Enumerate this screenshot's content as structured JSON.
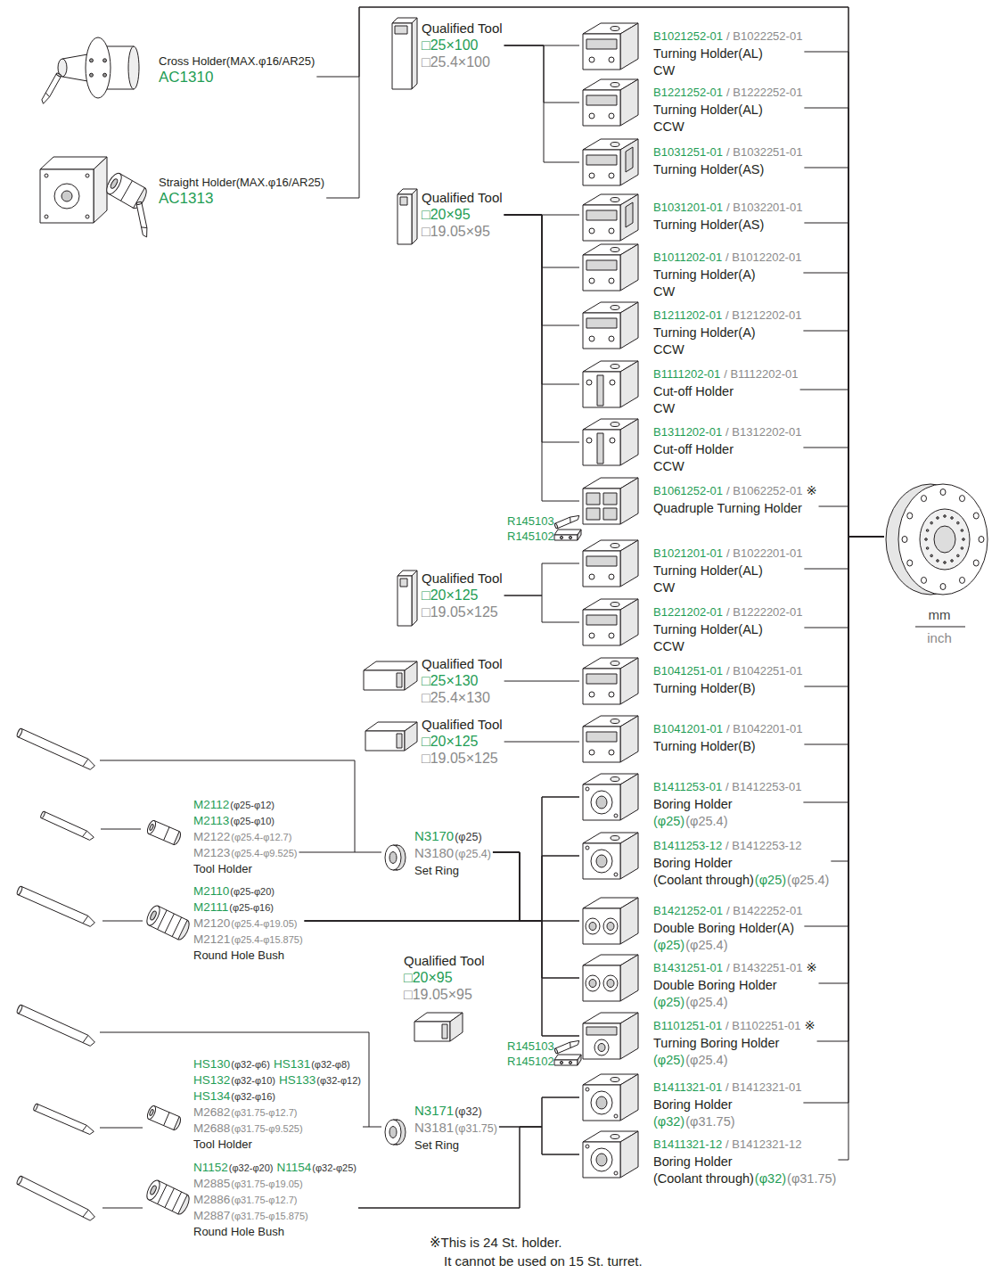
{
  "diagram": {
    "nodes": [
      {
        "text": [
          "Cross Holder(MAX.φ16/AR25)",
          "AC1310"
        ]
      },
      {
        "text": [
          "Straight Holder(MAX.φ16/AR25)",
          "AC1313"
        ]
      },
      {
        "text": [
          "Qualified Tool",
          "□25×100",
          "□25.4×100"
        ]
      },
      {
        "text": [
          "B1021252-01",
          "/ B1022252-01",
          "Turning Holder(AL)",
          "CW"
        ]
      },
      {
        "text": [
          "B1221252-01",
          "/ B1222252-01",
          "Turning Holder(AL)",
          "CCW"
        ]
      },
      {
        "text": [
          "B1031251-01",
          "/ B1032251-01",
          "Turning Holder(AS)"
        ]
      },
      {
        "text": [
          "Qualified Tool",
          "□20×95",
          "□19.05×95"
        ]
      },
      {
        "text": [
          "B1031201-01",
          "/ B1032201-01",
          "Turning Holder(AS)"
        ]
      },
      {
        "text": [
          "B1011202-01",
          "/ B1012202-01",
          "Turning Holder(A)",
          "CW"
        ]
      },
      {
        "text": [
          "B1211202-01",
          "/ B1212202-01",
          "Turning Holder(A)",
          "CCW"
        ]
      },
      {
        "text": [
          "B1111202-01",
          "/ B1112202-01",
          "Cut-off Holder",
          "CW"
        ]
      },
      {
        "text": [
          "B1311202-01",
          "/ B1312202-01",
          "Cut-off Holder",
          "CCW"
        ]
      },
      {
        "text": [
          "B1061252-01",
          "/ B1062252-01",
          "※",
          "Quadruple Turning Holder"
        ]
      },
      {
        "text": [
          "Qualified Tool",
          "□20×125",
          "□19.05×125"
        ]
      },
      {
        "text": [
          "B1021201-01",
          "/ B1022201-01",
          "Turning Holder(AL)",
          "CW"
        ]
      },
      {
        "text": [
          "B1221202-01",
          "/ B1222202-01",
          "Turning Holder(AL)",
          "CCW"
        ]
      },
      {
        "text": [
          "Qualified Tool",
          "□25×130",
          "□25.4×130"
        ]
      },
      {
        "text": [
          "B1041251-01",
          "/ B1042251-01",
          "Turning Holder(B)"
        ]
      },
      {
        "text": [
          "Qualified Tool",
          "□20×125",
          "□19.05×125"
        ]
      },
      {
        "text": [
          "B1041201-01",
          "/ B1042201-01",
          "Turning Holder(B)"
        ]
      },
      {
        "text": [
          "M2112",
          "(φ25-φ12)",
          "M2113",
          "(φ25-φ10)",
          "M2122",
          "(φ25.4-φ12.7)",
          "M2123",
          "(φ25.4-φ9.525)",
          "Tool Holder"
        ]
      },
      {
        "text": [
          "N3170",
          "(φ25)",
          "N3180",
          "(φ25.4)",
          "Set Ring"
        ]
      },
      {
        "text": [
          "M2110",
          "(φ25-φ20)",
          "M2111",
          "(φ25-φ16)",
          "M2120",
          "(φ25.4-φ19.05)",
          "M2121",
          "(φ25.4-φ15.875)",
          "Round Hole Bush"
        ]
      },
      {
        "text": [
          "B1411253-01",
          "/ B1412253-01",
          "Boring Holder",
          "(φ25)",
          "(φ25.4)"
        ]
      },
      {
        "text": [
          "B1411253-12",
          "/ B1412253-12",
          "Boring Holder",
          "(Coolant through)",
          "(φ25)",
          "(φ25.4)"
        ]
      },
      {
        "text": [
          "B1421252-01",
          "/ B1422252-01",
          "Double Boring Holder(A)",
          "(φ25)",
          "(φ25.4)"
        ]
      },
      {
        "text": [
          "B1431251-01",
          "/ B1432251-01",
          "※",
          "Double Boring Holder",
          "(φ25)",
          "(φ25.4)"
        ]
      },
      {
        "text": [
          "Qualified Tool",
          "□20×95",
          "□19.05×95"
        ]
      },
      {
        "text": [
          "B1101251-01",
          "/ B1102251-01",
          "※",
          "Turning Boring Holder",
          "(φ25)",
          "(φ25.4)"
        ]
      },
      {
        "text": [
          "HS130",
          "(φ32-φ6)",
          "HS131",
          "(φ32-φ8)",
          "HS132",
          "(φ32-φ10)",
          "HS133",
          "(φ32-φ12)",
          "HS134",
          "(φ32-φ16)",
          "M2682",
          "(φ31.75-φ12.7)",
          "M2688",
          "(φ31.75-φ9.525)",
          "Tool Holder"
        ]
      },
      {
        "text": [
          "N3171",
          "(φ32)",
          "N3181",
          "(φ31.75)",
          "Set Ring"
        ]
      },
      {
        "text": [
          "N1152",
          "(φ32-φ20)",
          "N1154",
          "(φ32-φ25)",
          "M2885",
          "(φ31.75-φ19.05)",
          "M2886",
          "(φ31.75-φ12.7)",
          "M2887",
          "(φ31.75-φ15.875)",
          "Round Hole Bush"
        ]
      },
      {
        "text": [
          "B1411321-01",
          "/ B1412321-01",
          "Boring Holder",
          "(φ32)",
          "(φ31.75)"
        ]
      },
      {
        "text": [
          "B1411321-12",
          "/ B1412321-12",
          "Boring Holder",
          "(Coolant through)",
          "(φ32)",
          "(φ31.75)"
        ]
      },
      {
        "text": [
          "mm",
          "inch"
        ]
      }
    ],
    "edges": [
      {
        "from": 0,
        "to": 34,
        "arrow": "none"
      },
      {
        "from": 1,
        "to": 34,
        "arrow": "none"
      },
      {
        "from": 2,
        "to": 3,
        "arrow": "none"
      },
      {
        "from": 2,
        "to": 4,
        "arrow": "none"
      },
      {
        "from": 2,
        "to": 5,
        "arrow": "none"
      },
      {
        "from": 6,
        "to": 7,
        "arrow": "none"
      },
      {
        "from": 6,
        "to": 8,
        "arrow": "none"
      },
      {
        "from": 6,
        "to": 9,
        "arrow": "none"
      },
      {
        "from": 6,
        "to": 10,
        "arrow": "none"
      },
      {
        "from": 6,
        "to": 11,
        "arrow": "none"
      },
      {
        "from": 6,
        "to": 12,
        "arrow": "none"
      },
      {
        "from": 13,
        "to": 14,
        "arrow": "none"
      },
      {
        "from": 13,
        "to": 15,
        "arrow": "none"
      },
      {
        "from": 16,
        "to": 17,
        "arrow": "none"
      },
      {
        "from": 18,
        "to": 19,
        "arrow": "none"
      },
      {
        "from": 20,
        "to": 21,
        "arrow": "none"
      },
      {
        "from": 21,
        "to": 23,
        "arrow": "none"
      },
      {
        "from": 21,
        "to": 24,
        "arrow": "none"
      },
      {
        "from": 21,
        "to": 25,
        "arrow": "none"
      },
      {
        "from": 21,
        "to": 26,
        "arrow": "none"
      },
      {
        "from": 21,
        "to": 28,
        "arrow": "none"
      },
      {
        "from": 22,
        "to": 23,
        "arrow": "none"
      },
      {
        "from": 22,
        "to": 24,
        "arrow": "none"
      },
      {
        "from": 22,
        "to": 25,
        "arrow": "none"
      },
      {
        "from": 22,
        "to": 26,
        "arrow": "none"
      },
      {
        "from": 22,
        "to": 28,
        "arrow": "none"
      },
      {
        "from": 29,
        "to": 30,
        "arrow": "none"
      },
      {
        "from": 30,
        "to": 32,
        "arrow": "none"
      },
      {
        "from": 30,
        "to": 33,
        "arrow": "none"
      },
      {
        "from": 31,
        "to": 32,
        "arrow": "none"
      },
      {
        "from": 31,
        "to": 33,
        "arrow": "none"
      },
      {
        "from": 3,
        "to": 34,
        "arrow": "none"
      },
      {
        "from": 4,
        "to": 34,
        "arrow": "none"
      },
      {
        "from": 5,
        "to": 34,
        "arrow": "none"
      },
      {
        "from": 7,
        "to": 34,
        "arrow": "none"
      },
      {
        "from": 8,
        "to": 34,
        "arrow": "none"
      },
      {
        "from": 9,
        "to": 34,
        "arrow": "none"
      },
      {
        "from": 10,
        "to": 34,
        "arrow": "none"
      },
      {
        "from": 11,
        "to": 34,
        "arrow": "none"
      },
      {
        "from": 12,
        "to": 34,
        "arrow": "none"
      },
      {
        "from": 14,
        "to": 34,
        "arrow": "none"
      },
      {
        "from": 15,
        "to": 34,
        "arrow": "none"
      },
      {
        "from": 17,
        "to": 34,
        "arrow": "none"
      },
      {
        "from": 19,
        "to": 34,
        "arrow": "none"
      },
      {
        "from": 23,
        "to": 34,
        "arrow": "none"
      },
      {
        "from": 24,
        "to": 34,
        "arrow": "none"
      },
      {
        "from": 25,
        "to": 34,
        "arrow": "none"
      },
      {
        "from": 26,
        "to": 34,
        "arrow": "none"
      },
      {
        "from": 28,
        "to": 34,
        "arrow": "none"
      },
      {
        "from": 32,
        "to": 34,
        "arrow": "none"
      },
      {
        "from": 33,
        "to": 34,
        "arrow": "none"
      }
    ],
    "labels": [
      "R145103",
      "R145102",
      "R145103",
      "R145102",
      "※This is 24 St. holder.",
      "It cannot be used on 15 St. turret."
    ]
  }
}
